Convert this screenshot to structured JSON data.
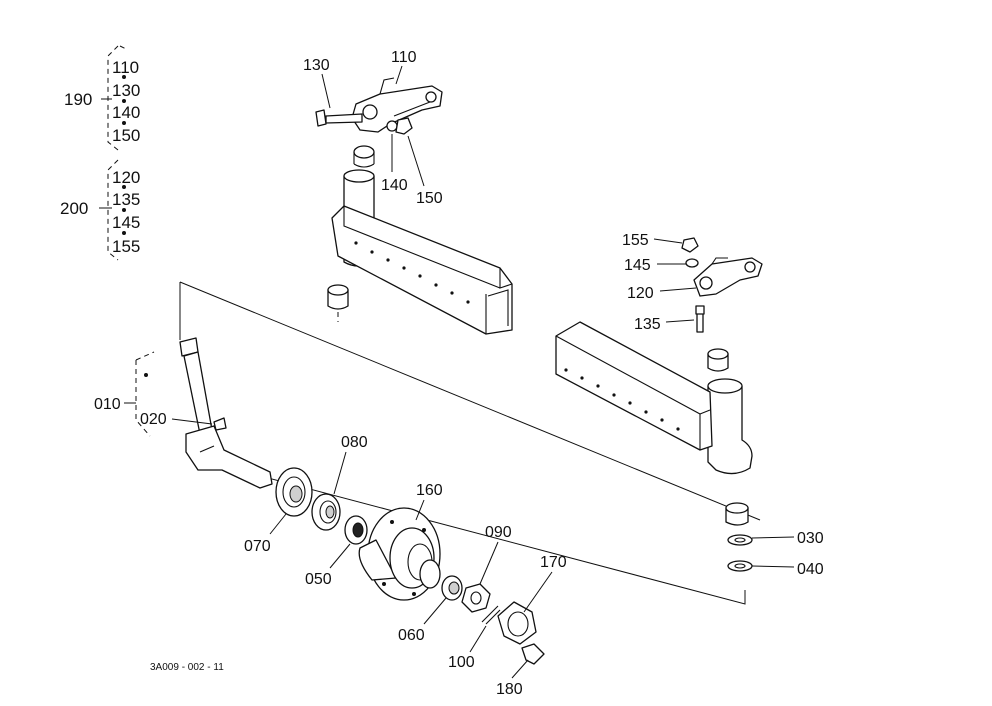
{
  "labels": {
    "p110": "110",
    "p130": "130",
    "p140": "140",
    "p150": "150",
    "p155": "155",
    "p145": "145",
    "p120": "120",
    "p135": "135",
    "p010": "010",
    "p020": "020",
    "p080": "080",
    "p070": "070",
    "p050": "050",
    "p160": "160",
    "p090": "090",
    "p060": "060",
    "p100": "100",
    "p170": "170",
    "p180": "180",
    "p030": "030",
    "p040": "040"
  },
  "kits": {
    "k190": {
      "label": "190",
      "items": [
        "110",
        "130",
        "140",
        "150"
      ]
    },
    "k200": {
      "label": "200",
      "items": [
        "120",
        "135",
        "145",
        "155"
      ]
    }
  },
  "reference_code": "3A009 - 002 - 11"
}
